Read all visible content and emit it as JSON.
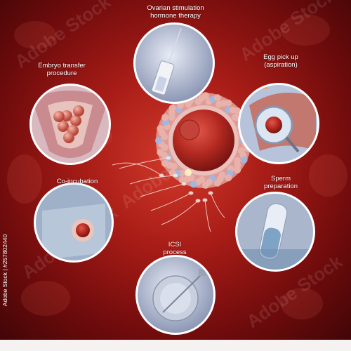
{
  "steps": {
    "ovarian": "Ovarian stimulation",
    "ovarian_2": "hormone therapy",
    "embryo": "Embryo transfer",
    "embryo_2": "procedure",
    "egg": "Egg pick up",
    "egg_2": "(aspiration)",
    "coincubation": "Co-incubation",
    "sperm": "Sperm",
    "sperm_2": "preparation",
    "icsi": "ICSI",
    "icsi_2": "process"
  },
  "watermark": {
    "stock_id": "Adobe Stock | #257802440",
    "repeat": "Adobe Stock"
  },
  "colors": {
    "background": "#a81c17",
    "egg": "#b52a22",
    "circle_border": "#ffffff",
    "label_text": "#ffffff"
  }
}
